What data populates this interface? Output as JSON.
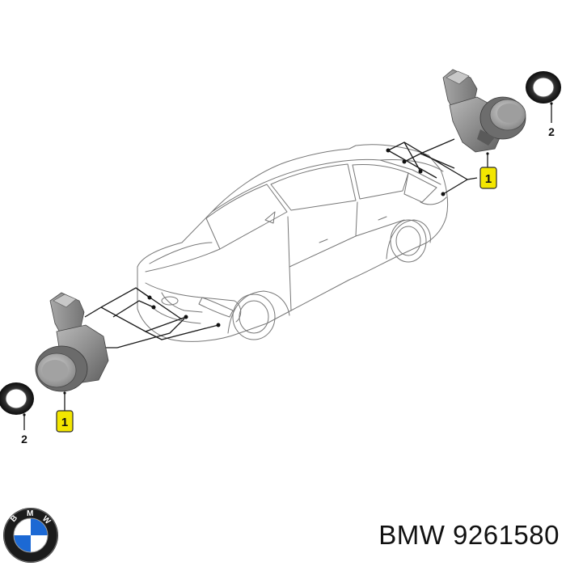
{
  "callouts": {
    "sensor_rear": "1",
    "seal_rear": "2",
    "sensor_front": "1",
    "seal_front": "2"
  },
  "caption": {
    "brand": "BMW",
    "part_number": "9261580"
  },
  "logo": {
    "letters": "BMW",
    "colors": {
      "blue": "#1c69d4",
      "white": "#ffffff",
      "ring": "#1b1b1b"
    }
  }
}
